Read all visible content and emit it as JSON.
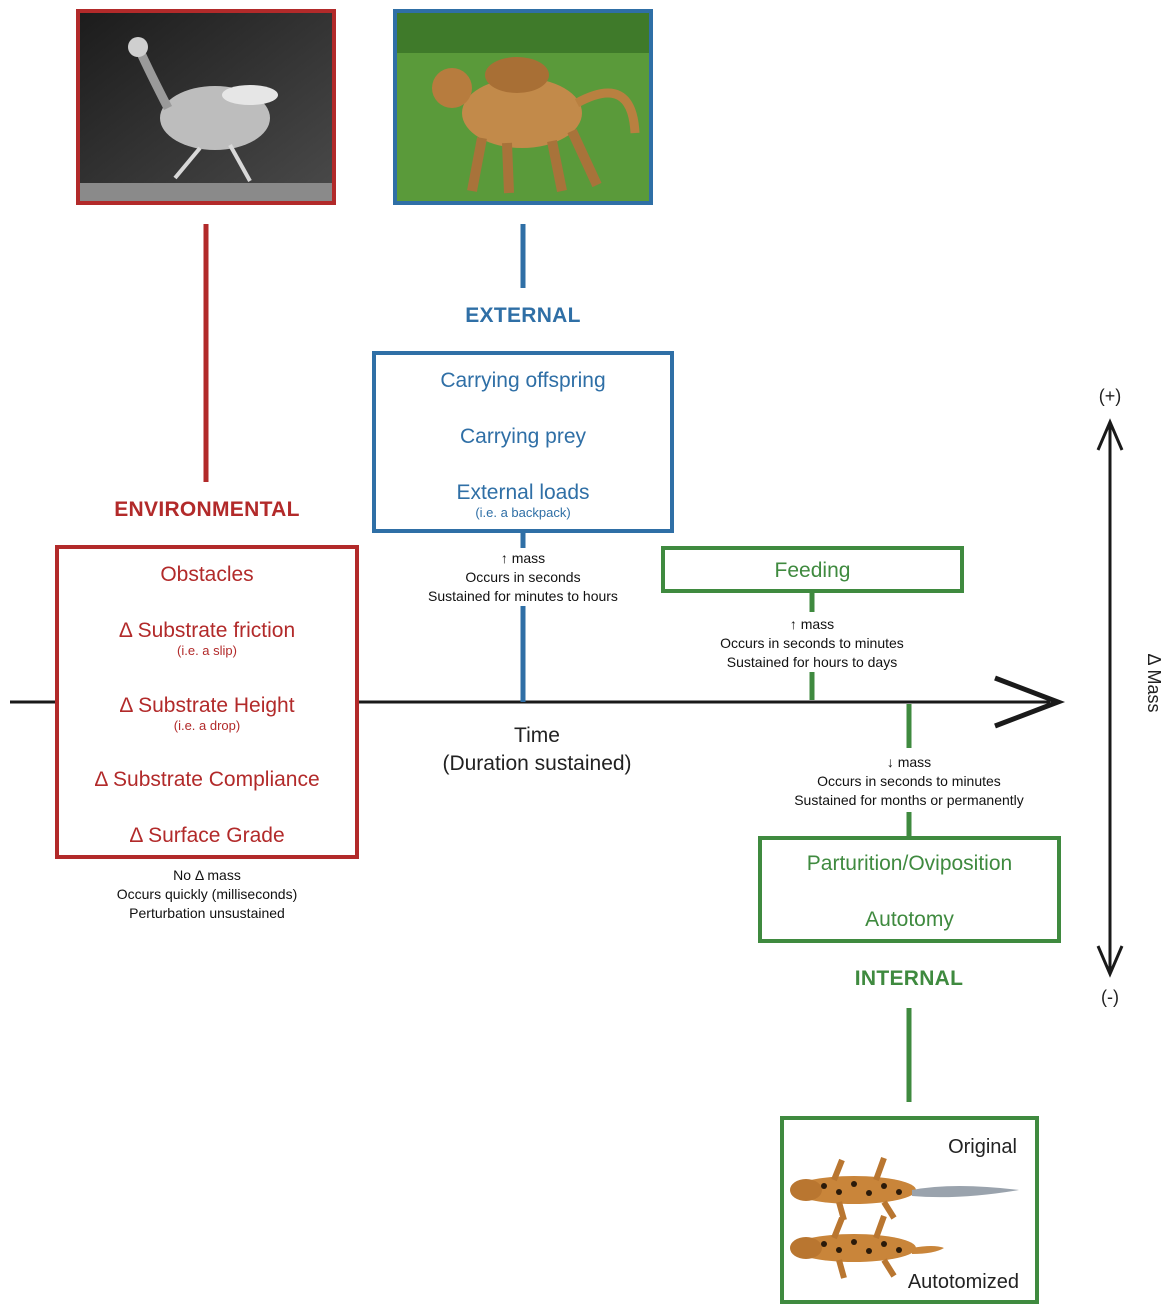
{
  "categories": {
    "environmental": {
      "heading": "ENVIRONMENTAL",
      "items": [
        {
          "label": "Obstacles",
          "note": ""
        },
        {
          "label": "Δ Substrate friction",
          "note": "(i.e. a slip)"
        },
        {
          "label": "Δ Substrate Height",
          "note": "(i.e. a drop)"
        },
        {
          "label": "Δ Substrate Compliance",
          "note": ""
        },
        {
          "label": "Δ Surface Grade",
          "note": ""
        }
      ],
      "effect": [
        "No Δ mass",
        "Occurs quickly (milliseconds)",
        "Perturbation unsustained"
      ],
      "color": "#b22a2a"
    },
    "external": {
      "heading": "EXTERNAL",
      "items": [
        {
          "label": "Carrying offspring",
          "note": ""
        },
        {
          "label": "Carrying prey",
          "note": ""
        },
        {
          "label": "External loads",
          "note": "(i.e. a backpack)"
        }
      ],
      "effect": [
        "↑ mass",
        "Occurs in seconds",
        "Sustained for minutes to hours"
      ],
      "color": "#2f6fa6"
    },
    "feeding": {
      "items": [
        {
          "label": "Feeding",
          "note": ""
        }
      ],
      "effect": [
        "↑ mass",
        "Occurs in seconds to minutes",
        "Sustained for hours to days"
      ],
      "color": "#3f8a3f"
    },
    "internal": {
      "heading": "INTERNAL",
      "items": [
        {
          "label": "Parturition/Oviposition",
          "note": ""
        },
        {
          "label": "Autotomy",
          "note": ""
        }
      ],
      "effect": [
        "↓ mass",
        "Occurs in seconds to minutes",
        "Sustained for months or permanently"
      ],
      "color": "#3f8a3f"
    }
  },
  "axes": {
    "time_label": [
      "Time",
      "(Duration sustained)"
    ],
    "mass_label": "Δ Mass",
    "mass_plus": "(+)",
    "mass_minus": "(-)"
  },
  "photos": {
    "environmental": "running-bird-photo",
    "external": "baboon-carrying-infant-photo",
    "internal": "gecko-tail-autotomy-photo",
    "gecko_original_label": "Original",
    "gecko_autotomized_label": "Autotomized"
  }
}
